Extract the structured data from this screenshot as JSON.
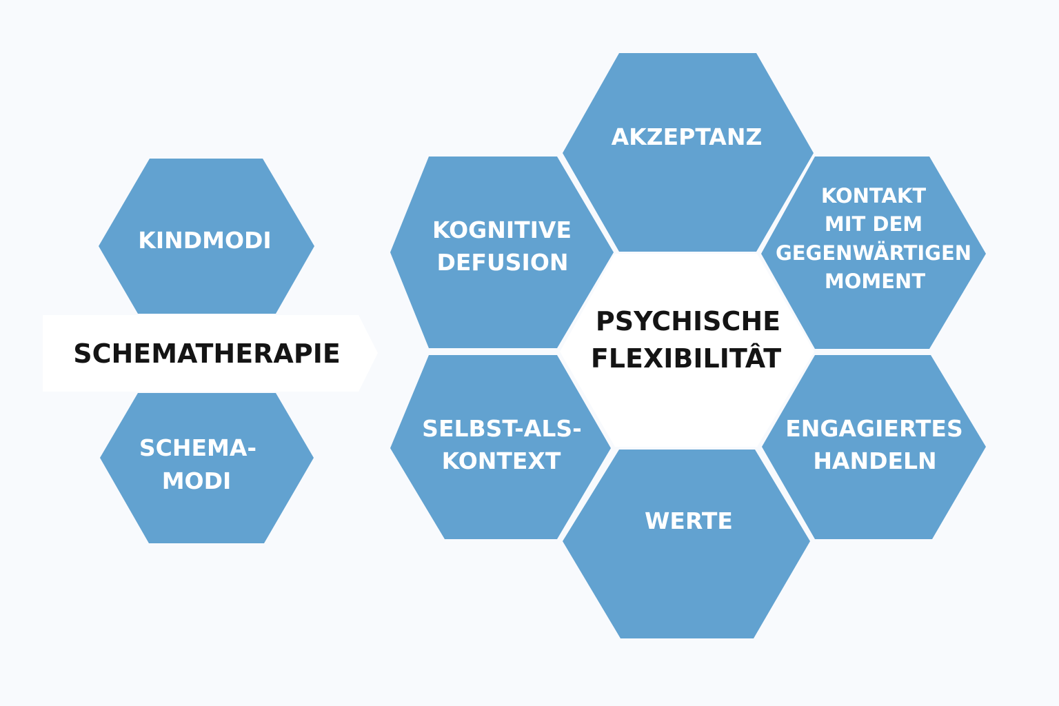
{
  "left": {
    "title": "SCHEMATHERAPIE",
    "hex_top": [
      "KINDMODI"
    ],
    "hex_bottom": [
      "SCHEMA-",
      "MODI"
    ]
  },
  "right": {
    "center": [
      "PSYCHISCHE",
      "FLEXIBILITÂT"
    ],
    "akzeptanz": [
      "AKZEPTANZ"
    ],
    "defusion": [
      "KOGNITIVE",
      "DEFUSION"
    ],
    "kontakt": [
      "KONTAKT",
      "MIT DEM",
      "GEGENWÄRTIGEN",
      "MOMENT"
    ],
    "selbst": [
      "SELBST-ALS-",
      "KONTEXT"
    ],
    "handeln": [
      "ENGAGIERTES",
      "HANDELN"
    ],
    "werte": [
      "WERTE"
    ]
  },
  "colors": {
    "hex": "#62a2d0",
    "background": "#f8fafd",
    "dark_text": "#141414"
  }
}
